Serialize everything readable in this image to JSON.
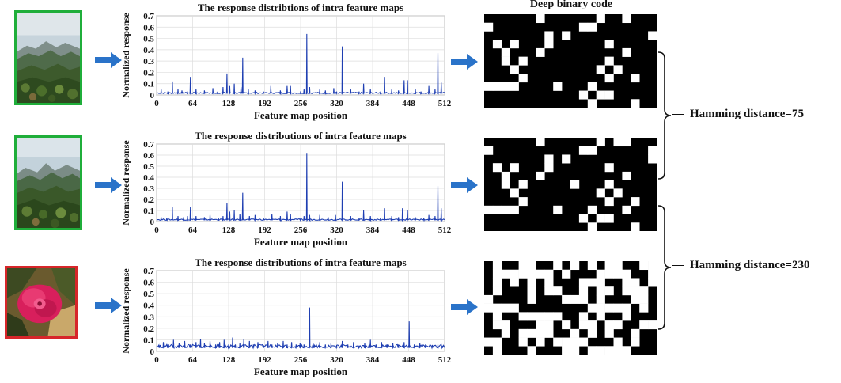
{
  "header": {
    "binary_code_title": "Deep binary code"
  },
  "colors": {
    "same_border": "#1fae3a",
    "diff_border": "#d7262a",
    "arrow": "#2a73c9",
    "plot_line": "#1f3fb2",
    "text": "#111111"
  },
  "rows": [
    {
      "border": "same",
      "image_icon": "mountain-landscape-icon"
    },
    {
      "border": "same",
      "image_icon": "mountain-landscape-icon"
    },
    {
      "border": "diff",
      "image_icon": "red-flower-icon"
    }
  ],
  "hamming": [
    {
      "label": "Hamming distance=75"
    },
    {
      "label": "Hamming distance=230"
    }
  ],
  "chart_data": [
    {
      "type": "line",
      "title": "The response distribtions of intra feature maps",
      "xlabel": "Feature map position",
      "ylabel": "Normalized response",
      "xlim": [
        0,
        512
      ],
      "ylim": [
        0,
        0.7
      ],
      "xticks": [
        "0",
        "64",
        "128",
        "192",
        "256",
        "320",
        "384",
        "448",
        "512"
      ],
      "yticks": [
        "0",
        "0.1",
        "0.2",
        "0.3",
        "0.4",
        "0.5",
        "0.6",
        "0.7"
      ],
      "grid": true,
      "peaks": [
        [
          8,
          0.05
        ],
        [
          20,
          0.03
        ],
        [
          28,
          0.12
        ],
        [
          38,
          0.05
        ],
        [
          45,
          0.04
        ],
        [
          55,
          0.03
        ],
        [
          60,
          0.16
        ],
        [
          70,
          0.05
        ],
        [
          85,
          0.04
        ],
        [
          100,
          0.06
        ],
        [
          108,
          0.02
        ],
        [
          118,
          0.07
        ],
        [
          125,
          0.19
        ],
        [
          130,
          0.08
        ],
        [
          138,
          0.1
        ],
        [
          150,
          0.07
        ],
        [
          153,
          0.33
        ],
        [
          163,
          0.05
        ],
        [
          175,
          0.04
        ],
        [
          190,
          0.03
        ],
        [
          203,
          0.08
        ],
        [
          220,
          0.04
        ],
        [
          232,
          0.08
        ],
        [
          238,
          0.08
        ],
        [
          256,
          0.03
        ],
        [
          262,
          0.05
        ],
        [
          267,
          0.54
        ],
        [
          272,
          0.07
        ],
        [
          290,
          0.05
        ],
        [
          300,
          0.04
        ],
        [
          315,
          0.06
        ],
        [
          320,
          0.03
        ],
        [
          330,
          0.43
        ],
        [
          345,
          0.05
        ],
        [
          360,
          0.03
        ],
        [
          368,
          0.1
        ],
        [
          380,
          0.05
        ],
        [
          398,
          0.03
        ],
        [
          405,
          0.16
        ],
        [
          418,
          0.05
        ],
        [
          430,
          0.04
        ],
        [
          440,
          0.13
        ],
        [
          446,
          0.13
        ],
        [
          460,
          0.05
        ],
        [
          470,
          0.03
        ],
        [
          484,
          0.08
        ],
        [
          495,
          0.05
        ],
        [
          500,
          0.37
        ],
        [
          506,
          0.11
        ]
      ]
    },
    {
      "type": "line",
      "title": "The response distributions of intra feature maps",
      "xlabel": "Feature map position",
      "ylabel": "Normalized response",
      "xlim": [
        0,
        512
      ],
      "ylim": [
        0,
        0.7
      ],
      "xticks": [
        "0",
        "64",
        "128",
        "192",
        "256",
        "320",
        "384",
        "448",
        "512"
      ],
      "yticks": [
        "0",
        "0.1",
        "0.2",
        "0.3",
        "0.4",
        "0.5",
        "0.6",
        "0.7"
      ],
      "grid": true,
      "peaks": [
        [
          8,
          0.04
        ],
        [
          18,
          0.03
        ],
        [
          28,
          0.13
        ],
        [
          38,
          0.05
        ],
        [
          48,
          0.04
        ],
        [
          55,
          0.05
        ],
        [
          60,
          0.13
        ],
        [
          70,
          0.05
        ],
        [
          85,
          0.04
        ],
        [
          95,
          0.06
        ],
        [
          110,
          0.03
        ],
        [
          118,
          0.05
        ],
        [
          125,
          0.17
        ],
        [
          130,
          0.09
        ],
        [
          138,
          0.1
        ],
        [
          148,
          0.07
        ],
        [
          153,
          0.26
        ],
        [
          165,
          0.05
        ],
        [
          175,
          0.06
        ],
        [
          190,
          0.03
        ],
        [
          205,
          0.07
        ],
        [
          220,
          0.05
        ],
        [
          232,
          0.09
        ],
        [
          238,
          0.07
        ],
        [
          256,
          0.03
        ],
        [
          262,
          0.05
        ],
        [
          267,
          0.62
        ],
        [
          272,
          0.06
        ],
        [
          290,
          0.06
        ],
        [
          305,
          0.04
        ],
        [
          318,
          0.06
        ],
        [
          330,
          0.36
        ],
        [
          345,
          0.05
        ],
        [
          360,
          0.03
        ],
        [
          368,
          0.1
        ],
        [
          380,
          0.05
        ],
        [
          398,
          0.03
        ],
        [
          405,
          0.12
        ],
        [
          418,
          0.05
        ],
        [
          430,
          0.04
        ],
        [
          437,
          0.12
        ],
        [
          446,
          0.1
        ],
        [
          460,
          0.04
        ],
        [
          475,
          0.03
        ],
        [
          484,
          0.06
        ],
        [
          495,
          0.05
        ],
        [
          500,
          0.32
        ],
        [
          506,
          0.12
        ]
      ]
    },
    {
      "type": "line",
      "title": "The response distributions of intra feature maps",
      "xlabel": "Feature map position",
      "ylabel": "Normalized response",
      "xlim": [
        0,
        512
      ],
      "ylim": [
        0,
        0.7
      ],
      "xticks": [
        "0",
        "64",
        "128",
        "192",
        "256",
        "320",
        "384",
        "448",
        "512"
      ],
      "yticks": [
        "0",
        "0.1",
        "0.2",
        "0.3",
        "0.4",
        "0.5",
        "0.6",
        "0.7"
      ],
      "grid": true,
      "peaks": [
        [
          5,
          0.05
        ],
        [
          12,
          0.08
        ],
        [
          20,
          0.06
        ],
        [
          30,
          0.1
        ],
        [
          40,
          0.07
        ],
        [
          50,
          0.09
        ],
        [
          60,
          0.06
        ],
        [
          70,
          0.08
        ],
        [
          78,
          0.11
        ],
        [
          85,
          0.07
        ],
        [
          95,
          0.09
        ],
        [
          105,
          0.06
        ],
        [
          112,
          0.08
        ],
        [
          120,
          0.1
        ],
        [
          128,
          0.06
        ],
        [
          135,
          0.12
        ],
        [
          140,
          0.06
        ],
        [
          148,
          0.07
        ],
        [
          155,
          0.11
        ],
        [
          165,
          0.09
        ],
        [
          172,
          0.06
        ],
        [
          180,
          0.08
        ],
        [
          190,
          0.05
        ],
        [
          198,
          0.09
        ],
        [
          205,
          0.06
        ],
        [
          215,
          0.07
        ],
        [
          225,
          0.09
        ],
        [
          232,
          0.06
        ],
        [
          240,
          0.08
        ],
        [
          248,
          0.06
        ],
        [
          255,
          0.07
        ],
        [
          262,
          0.06
        ],
        [
          272,
          0.38
        ],
        [
          280,
          0.05
        ],
        [
          290,
          0.08
        ],
        [
          300,
          0.06
        ],
        [
          310,
          0.07
        ],
        [
          320,
          0.05
        ],
        [
          330,
          0.09
        ],
        [
          340,
          0.06
        ],
        [
          350,
          0.08
        ],
        [
          360,
          0.05
        ],
        [
          370,
          0.07
        ],
        [
          380,
          0.1
        ],
        [
          390,
          0.06
        ],
        [
          400,
          0.08
        ],
        [
          410,
          0.06
        ],
        [
          420,
          0.07
        ],
        [
          430,
          0.06
        ],
        [
          440,
          0.08
        ],
        [
          449,
          0.26
        ],
        [
          458,
          0.06
        ],
        [
          468,
          0.07
        ],
        [
          478,
          0.06
        ],
        [
          490,
          0.05
        ],
        [
          500,
          0.06
        ],
        [
          508,
          0.04
        ]
      ]
    }
  ]
}
